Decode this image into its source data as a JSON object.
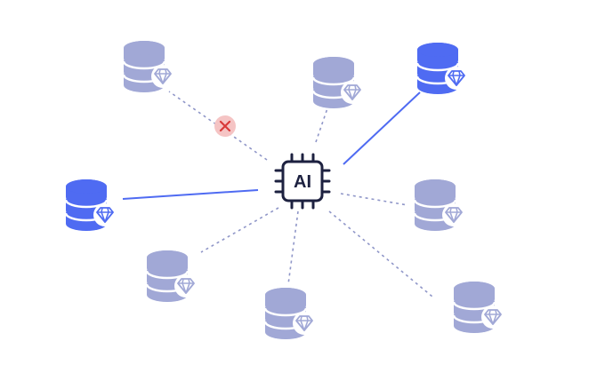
{
  "hub": {
    "label": "AI",
    "icon": "cpu-chip-icon"
  },
  "node_icon": "database-gem-icon",
  "colors": {
    "active": "#4f6bf2",
    "inactive": "#a1a8d6",
    "chip": "#1d2140",
    "blocked_fill": "#f5c4c4",
    "blocked_mark": "#d93a3a",
    "background": "#ffffff"
  },
  "nodes": [
    {
      "id": "top-left",
      "state": "blocked"
    },
    {
      "id": "top-center",
      "state": "inactive"
    },
    {
      "id": "top-right",
      "state": "active"
    },
    {
      "id": "mid-left",
      "state": "active"
    },
    {
      "id": "mid-right",
      "state": "inactive"
    },
    {
      "id": "lower-left",
      "state": "inactive"
    },
    {
      "id": "bottom-center",
      "state": "inactive"
    },
    {
      "id": "bottom-right",
      "state": "inactive"
    }
  ]
}
